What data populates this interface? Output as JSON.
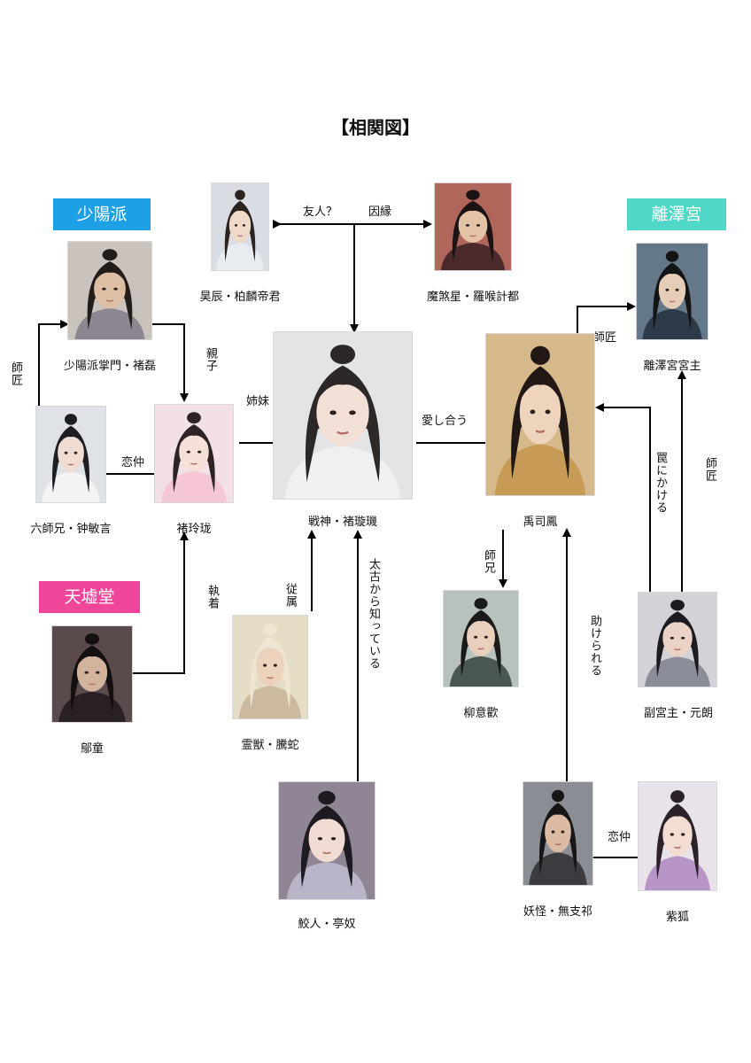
{
  "title": "【相関図】",
  "groups": {
    "shaoyang": {
      "label": "少陽派",
      "color": "#1ea0e6"
    },
    "lize": {
      "label": "離澤宮",
      "color": "#4fd8c8"
    },
    "tianxu": {
      "label": "天墟堂",
      "color": "#f0469a"
    }
  },
  "characters": {
    "haochen": {
      "name": "昊辰・柏麟帝君",
      "bg": "#d9dde3",
      "hair": "#2a2320",
      "skin": "#efd9c8",
      "robe": "#e8ecf0"
    },
    "moshaxing": {
      "name": "魔煞星・羅喉計都",
      "bg": "#b0665a",
      "hair": "#1c1414",
      "skin": "#e3c2a6",
      "robe": "#4a2a2a"
    },
    "shaoyang_master": {
      "name": "少陽派掌門・褚磊",
      "bg": "#c9c2bd",
      "hair": "#231d1a",
      "skin": "#dcbfa5",
      "robe": "#8d8590"
    },
    "lize_master": {
      "name": "離澤宮宮主",
      "bg": "#64788a",
      "hair": "#141414",
      "skin": "#e6cdb8",
      "robe": "#2d3a4a"
    },
    "zhongminyan": {
      "name": "六師兄・钟敏言",
      "bg": "#dfe3e8",
      "hair": "#1e1e22",
      "skin": "#f0dcd0",
      "robe": "#f2f3f5"
    },
    "chulinglong": {
      "name": "褚玲珑",
      "bg": "#f3dfe6",
      "hair": "#2e2326",
      "skin": "#f6e0d8",
      "robe": "#f5c6d4"
    },
    "chuxuanji": {
      "name": "戦神・褚璇璣",
      "bg": "#e2e4e6",
      "hair": "#2d2828",
      "skin": "#f2e0d6",
      "robe": "#f0f0f2"
    },
    "yusifeng": {
      "name": "禹司鳳",
      "bg": "#d6b98a",
      "hair": "#211815",
      "skin": "#efd4bd",
      "robe": "#c79a55"
    },
    "liuyihuan": {
      "name": "柳意歡",
      "bg": "#b8c2bc",
      "hair": "#1a1a1a",
      "skin": "#e9d0bd",
      "robe": "#4a5650"
    },
    "yuanlang": {
      "name": "副宮主・元朗",
      "bg": "#d3d2d9",
      "hair": "#1c1c20",
      "skin": "#ead3c6",
      "robe": "#8b8d99"
    },
    "wutong": {
      "name": "鄔童",
      "bg": "#5b4a4c",
      "hair": "#141010",
      "skin": "#d2b39e",
      "robe": "#2a2022"
    },
    "tengshe": {
      "name": "霊獣・騰蛇",
      "bg": "#e6ddc6",
      "hair": "#ede6d2",
      "skin": "#ecd2bd",
      "robe": "#cbb9a0"
    },
    "tingnu": {
      "name": "鮫人・亭奴",
      "bg": "#8f8594",
      "hair": "#1e1a22",
      "skin": "#f0dcd2",
      "robe": "#bab4c8"
    },
    "wuzhiqi": {
      "name": "妖怪・無支祁",
      "bg": "#8a8e94",
      "hair": "#161616",
      "skin": "#dcbba4",
      "robe": "#3b3b40"
    },
    "zihu": {
      "name": "紫狐",
      "bg": "#e8e3ea",
      "hair": "#2a2228",
      "skin": "#f3ddd3",
      "robe": "#b795c6"
    }
  },
  "relations": {
    "friend": "友人？",
    "fate": "因縁",
    "parent_child": "親子",
    "master_left": "師匠",
    "master_right_top": "師匠",
    "master_right": "師匠",
    "lovers_left": "恋仲",
    "lovers_right": "恋仲",
    "sisters": "姉妹",
    "love_each_other": "愛し合う",
    "obsession": "執着",
    "servant": "従属",
    "know_ancient": "太古から知っている",
    "senior_brother": "師兄",
    "trapped": "罠にかける",
    "helped": "助けられる"
  },
  "colors": {
    "line": "#000000",
    "border": "#d8d8d8"
  }
}
